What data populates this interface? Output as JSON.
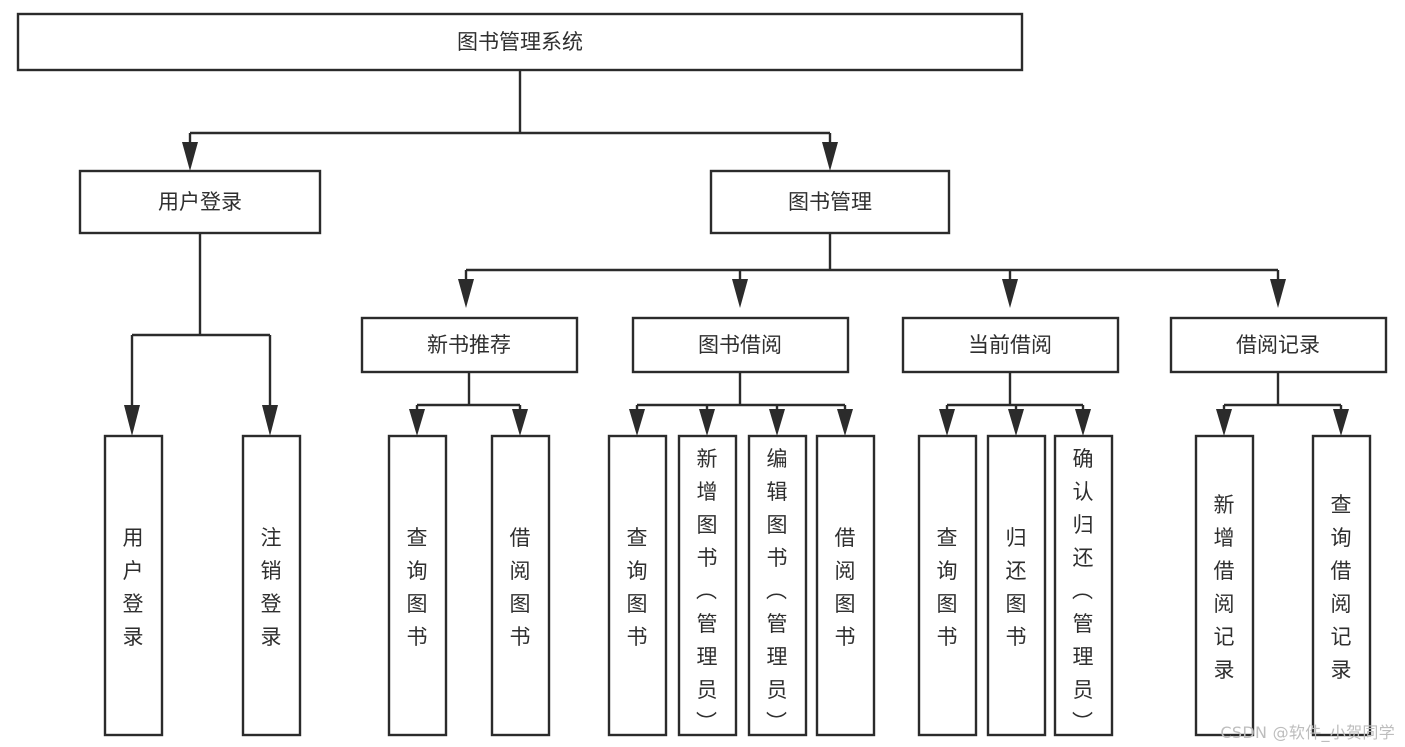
{
  "diagram": {
    "title": "图书管理系统",
    "type": "tree-hierarchy",
    "watermark": "CSDN @软件_小贺同学",
    "colors": {
      "background": "#ffffff",
      "stroke": "#2b2b2b",
      "box_fill": "#ffffff",
      "text": "#2f2f2f",
      "watermark": "#bdbdbd"
    }
  },
  "nodes": {
    "root": {
      "label": "图书管理系统"
    },
    "level2": [
      {
        "label": "用户登录"
      },
      {
        "label": "图书管理"
      }
    ],
    "level3": [
      {
        "label": "新书推荐"
      },
      {
        "label": "图书借阅"
      },
      {
        "label": "当前借阅"
      },
      {
        "label": "借阅记录"
      }
    ],
    "leaves": {
      "user_login": [
        {
          "label": "用户登录"
        },
        {
          "label": "注销登录"
        }
      ],
      "new_book_recommend": [
        {
          "label": "查询图书"
        },
        {
          "label": "借阅图书"
        }
      ],
      "book_borrow": [
        {
          "label": "查询图书"
        },
        {
          "label": "新增图书（管理员）"
        },
        {
          "label": "编辑图书（管理员）"
        },
        {
          "label": "借阅图书"
        }
      ],
      "current_borrow": [
        {
          "label": "查询图书"
        },
        {
          "label": "归还图书"
        },
        {
          "label": "确认归还（管理员）"
        }
      ],
      "borrow_record": [
        {
          "label": "新增借阅记录"
        },
        {
          "label": "查询借阅记录"
        }
      ]
    }
  }
}
